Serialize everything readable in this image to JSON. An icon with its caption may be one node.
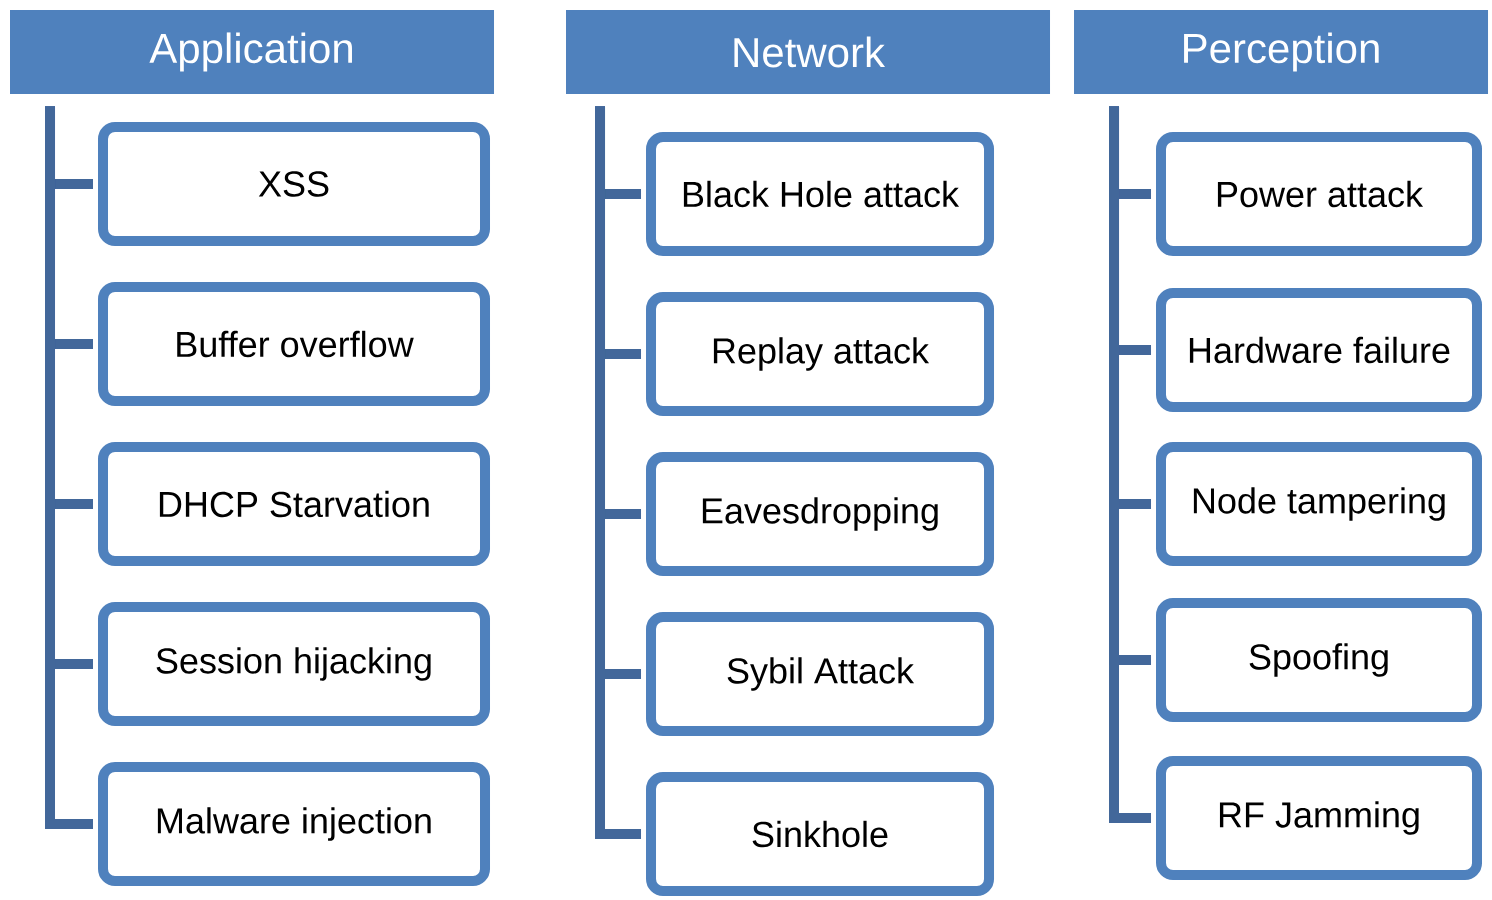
{
  "diagram": {
    "nodes": [
      {
        "text": [
          "Application"
        ]
      },
      {
        "text": [
          "XSS"
        ]
      },
      {
        "text": [
          "Buffer overflow"
        ]
      },
      {
        "text": [
          "DHCP Starvation"
        ]
      },
      {
        "text": [
          "Session hijacking"
        ]
      },
      {
        "text": [
          "Malware injection"
        ]
      },
      {
        "text": [
          "Network"
        ]
      },
      {
        "text": [
          "Black Hole attack"
        ]
      },
      {
        "text": [
          "Replay attack"
        ]
      },
      {
        "text": [
          "Eavesdropping"
        ]
      },
      {
        "text": [
          "Sybil Attack"
        ]
      },
      {
        "text": [
          "Sinkhole"
        ]
      },
      {
        "text": [
          "Perception"
        ]
      },
      {
        "text": [
          "Power attack"
        ]
      },
      {
        "text": [
          "Hardware failure"
        ]
      },
      {
        "text": [
          "Node tampering"
        ]
      },
      {
        "text": [
          "Spoofing"
        ]
      },
      {
        "text": [
          "RF Jamming"
        ]
      }
    ],
    "edges": [
      {
        "from": 0,
        "to": 1,
        "arrow": "none"
      },
      {
        "from": 0,
        "to": 2,
        "arrow": "none"
      },
      {
        "from": 0,
        "to": 3,
        "arrow": "none"
      },
      {
        "from": 0,
        "to": 4,
        "arrow": "none"
      },
      {
        "from": 0,
        "to": 5,
        "arrow": "none"
      },
      {
        "from": 6,
        "to": 7,
        "arrow": "none"
      },
      {
        "from": 6,
        "to": 8,
        "arrow": "none"
      },
      {
        "from": 6,
        "to": 9,
        "arrow": "none"
      },
      {
        "from": 6,
        "to": 10,
        "arrow": "none"
      },
      {
        "from": 6,
        "to": 11,
        "arrow": "none"
      },
      {
        "from": 12,
        "to": 13,
        "arrow": "none"
      },
      {
        "from": 12,
        "to": 14,
        "arrow": "none"
      },
      {
        "from": 12,
        "to": 15,
        "arrow": "none"
      },
      {
        "from": 12,
        "to": 16,
        "arrow": "none"
      },
      {
        "from": 12,
        "to": 17,
        "arrow": "none"
      }
    ]
  }
}
